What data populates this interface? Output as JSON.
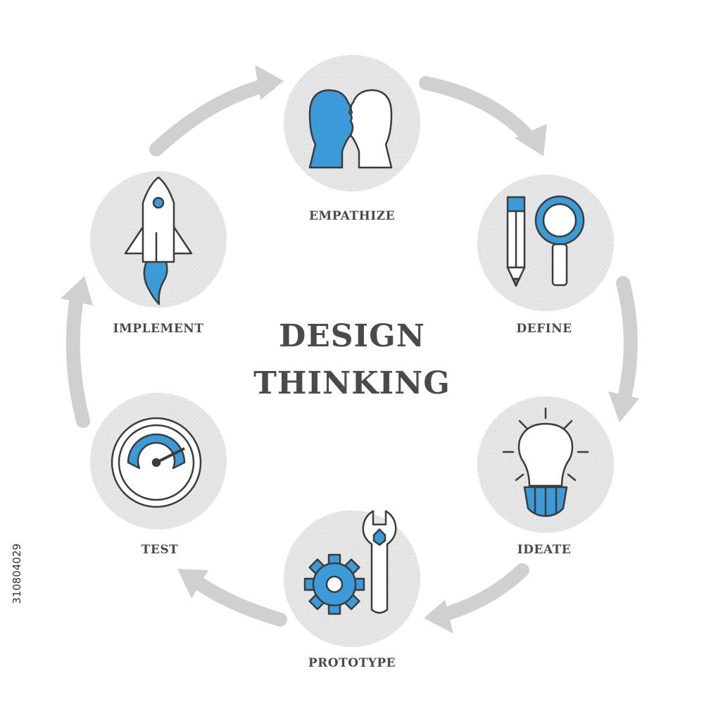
{
  "title": {
    "line1": "DESIGN",
    "line2": "THINKING"
  },
  "stages": [
    {
      "label": "EMPATHIZE",
      "icon": "two-heads-icon"
    },
    {
      "label": "DEFINE",
      "icon": "pencil-magnifier-icon"
    },
    {
      "label": "IDEATE",
      "icon": "lightbulb-icon"
    },
    {
      "label": "PROTOTYPE",
      "icon": "gear-wrench-icon"
    },
    {
      "label": "TEST",
      "icon": "gauge-icon"
    },
    {
      "label": "IMPLEMENT",
      "icon": "rocket-icon"
    }
  ],
  "stock_id": "310804029",
  "colors": {
    "accent": "#3a9bd8",
    "outline": "#3c3c3c",
    "circle": "#e4e4e4",
    "arrow": "#d0d0d0",
    "text": "#4a4a4a"
  }
}
